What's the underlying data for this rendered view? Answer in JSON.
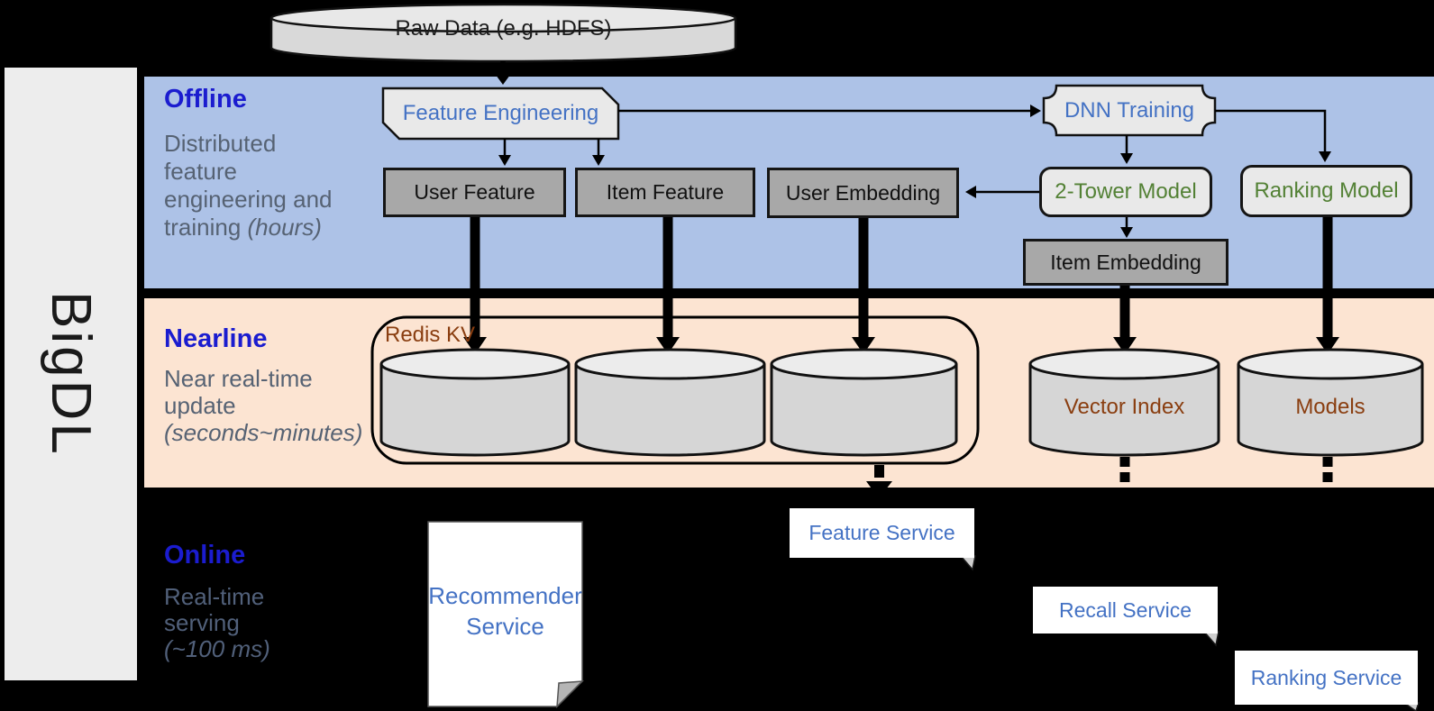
{
  "sidebar": {
    "brand": "BigDL"
  },
  "raw_data_label": "Raw Data (e.g. HDFS)",
  "offline": {
    "title": "Offline",
    "desc1": "Distributed",
    "desc2": "feature",
    "desc3": "engineering and",
    "desc4a": "training ",
    "desc4b": "(hours)"
  },
  "nearline": {
    "title": "Nearline",
    "desc1": "Near real-time",
    "desc2": "update",
    "desc3": "(seconds~minutes)"
  },
  "online": {
    "title": "Online",
    "desc1": "Real-time",
    "desc2": "serving",
    "desc3": "(~100 ms)"
  },
  "nodes": {
    "feature_engineering": "Feature Engineering",
    "dnn_training": "DNN Training",
    "user_feature": "User Feature",
    "item_feature": "Item Feature",
    "user_embedding": "User Embedding",
    "two_tower_model": "2-Tower Model",
    "ranking_model": "Ranking Model",
    "item_embedding": "Item Embedding",
    "redis_kv": "Redis KV",
    "vector_index": "Vector Index",
    "models": "Models"
  },
  "services": {
    "feature": "Feature Service",
    "recall": "Recall Service",
    "ranking": "Ranking Service",
    "recommender_line1": "Recommender",
    "recommender_line2": "Service"
  },
  "colors": {
    "background": "#000000",
    "sidebar_bg": "#ededed",
    "band_offline": "#adc2e7",
    "band_nearline": "#fce4d2",
    "title_blue": "#1b1ccf",
    "desc_gray": "#566273",
    "node_blue": "#4472c4",
    "node_green": "#538135",
    "node_brown": "#8a3e10",
    "gray_box": "#a8a8a8",
    "light_shape": "#e9e9e9"
  }
}
